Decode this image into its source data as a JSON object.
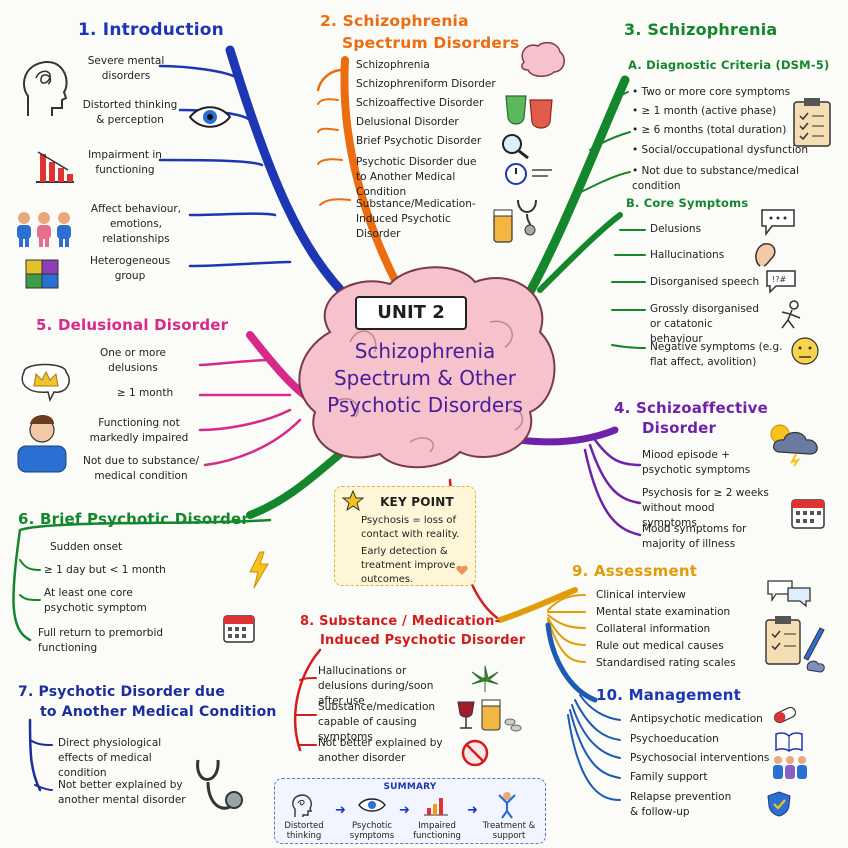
{
  "center": {
    "unit": "UNIT 2",
    "title_lines": [
      "Schizophrenia",
      "Spectrum & Other",
      "Psychotic Disorders"
    ]
  },
  "intro": {
    "title": "1. Introduction",
    "items": [
      "Severe mental disorders",
      "Distorted thinking & perception",
      "Impairment in functioning",
      "Affect behaviour, emotions, relationships",
      "Heterogeneous group"
    ]
  },
  "spectrum": {
    "title_lines": [
      "2. Schizophrenia",
      "Spectrum Disorders"
    ],
    "items": [
      "Schizophrenia",
      "Schizophreniform Disorder",
      "Schizoaffective Disorder",
      "Delusional Disorder",
      "Brief Psychotic Disorder",
      "Psychotic Disorder due to Another Medical Condition",
      "Substance/Medication-Induced Psychotic Disorder"
    ]
  },
  "schizophrenia": {
    "title": "3. Schizophrenia",
    "criteria_title": "A. Diagnostic Criteria (DSM-5)",
    "criteria": [
      "Two or more core symptoms",
      "≥ 1 month (active phase)",
      "≥ 6 months (total duration)",
      "Social/occupational dysfunction",
      "Not due to substance/medical condition"
    ],
    "core_title": "B. Core Symptoms",
    "core": [
      "Delusions",
      "Hallucinations",
      "Disorganised speech",
      "Grossly disorganised or catatonic behaviour",
      "Negative symptoms (e.g. flat affect, avolition)"
    ]
  },
  "schizoaffective": {
    "title_lines": [
      "4. Schizoaffective",
      "Disorder"
    ],
    "items": [
      "Miood episode + psychotic symptoms",
      "Psychosis for ≥ 2 weeks without mood symptoms",
      "Mood symptoms for majority of illness"
    ]
  },
  "delusional": {
    "title": "5. Delusional Disorder",
    "items": [
      "One or more delusions",
      "≥ 1 month",
      "Functioning not markedly impaired",
      "Not due to substance/ medical condition"
    ]
  },
  "brief": {
    "title": "6. Brief Psychotic Disorder",
    "items": [
      "Sudden onset",
      "≥ 1 day but < 1 month",
      "At least one core psychotic symptom",
      "Full return to premorbid functioning"
    ]
  },
  "medical": {
    "title_lines": [
      "7. Psychotic Disorder due",
      "to Another Medical Condition"
    ],
    "items": [
      "Direct physiological effects of medical condition",
      "Not better explained by another mental disorder"
    ]
  },
  "substance": {
    "title_lines": [
      "8. Substance / Medication-",
      "Induced Psychotic Disorder"
    ],
    "items": [
      "Hallucinations or delusions during/soon after use",
      "Substance/medication capable of causing symptoms",
      "Not better explained by another disorder"
    ]
  },
  "assessment": {
    "title": "9. Assessment",
    "items": [
      "Clinical interview",
      "Mental state examination",
      "Collateral information",
      "Rule out medical causes",
      "Standardised rating scales"
    ]
  },
  "management": {
    "title": "10. Management",
    "items": [
      "Antipsychotic medication",
      "Psychoeducation",
      "Psychosocial interventions",
      "Family support",
      "Relapse prevention & follow-up"
    ]
  },
  "key_point": {
    "title": "KEY POINT",
    "lines": [
      "Psychosis = loss of contact with reality.",
      "Early detection & treatment improve outcomes."
    ]
  },
  "summary": {
    "title": "SUMMARY",
    "steps": [
      "Distorted thinking",
      "Psychotic symptoms",
      "Impaired functioning",
      "Treatment & support"
    ]
  },
  "colors": {
    "blue": "#1c36b4",
    "orange": "#ec6c10",
    "green": "#14862c",
    "pink": "#d7298a",
    "purple": "#6e22aa",
    "yellow": "#e09c0a",
    "red": "#d31d1d",
    "brain": "#f6c2cc"
  }
}
